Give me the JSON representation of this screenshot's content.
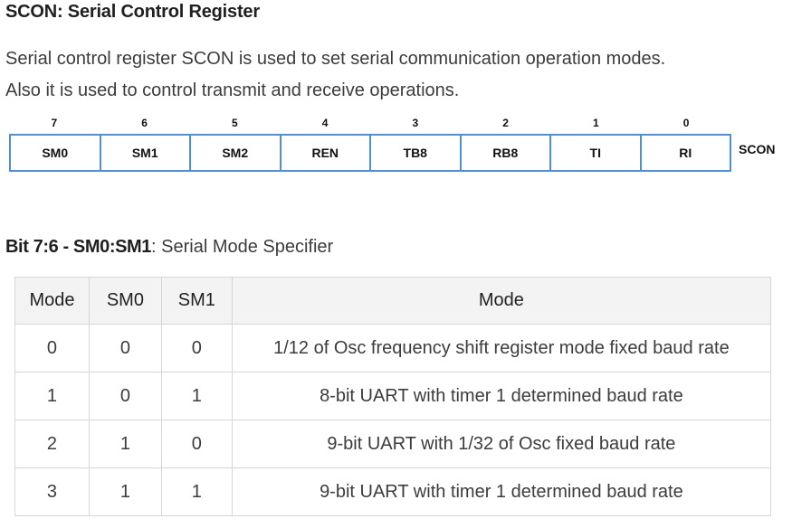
{
  "title": "SCON: Serial Control Register",
  "description": [
    "Serial control register SCON is used to set serial communication operation modes.",
    "Also it is used to control transmit and receive operations."
  ],
  "register": {
    "name": "SCON",
    "bits": [
      {
        "number": "7",
        "name": "SM0"
      },
      {
        "number": "6",
        "name": "SM1"
      },
      {
        "number": "5",
        "name": "SM2"
      },
      {
        "number": "4",
        "name": "REN"
      },
      {
        "number": "3",
        "name": "TB8"
      },
      {
        "number": "2",
        "name": "RB8"
      },
      {
        "number": "1",
        "name": "TI"
      },
      {
        "number": "0",
        "name": "RI"
      }
    ],
    "border_color": "#4d8fd8"
  },
  "bit_section": {
    "label": "Bit 7:6 - SM0:SM1",
    "description": ": Serial Mode Specifier"
  },
  "mode_table": {
    "headers": [
      "Mode",
      "SM0",
      "SM1",
      "Mode"
    ],
    "rows": [
      [
        "0",
        "0",
        "0",
        "1/12 of Osc frequency shift register mode fixed baud rate"
      ],
      [
        "1",
        "0",
        "1",
        "8-bit UART with timer 1 determined baud rate"
      ],
      [
        "2",
        "1",
        "0",
        "9-bit UART with 1/32 of Osc fixed baud rate"
      ],
      [
        "3",
        "1",
        "1",
        "9-bit UART with timer 1 determined baud rate"
      ]
    ]
  }
}
